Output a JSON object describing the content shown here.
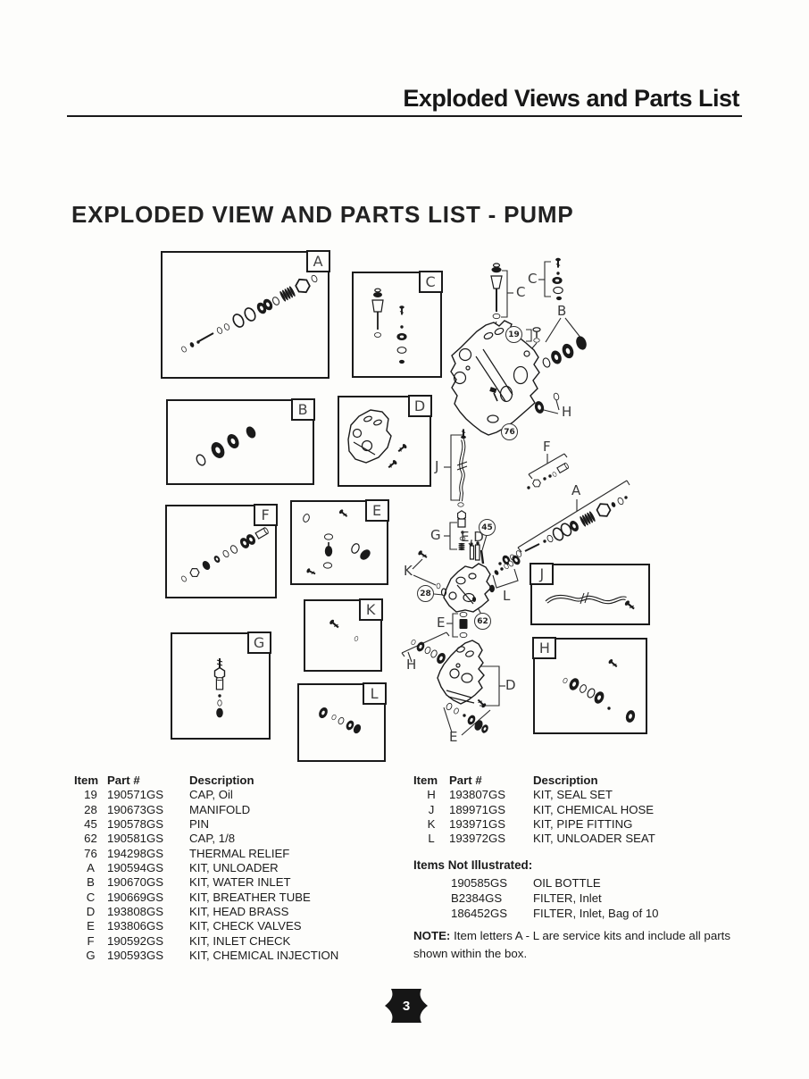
{
  "page": {
    "header_title": "Exploded Views and Parts List",
    "section_title": "EXPLODED VIEW AND PARTS LIST - PUMP",
    "page_number": "3"
  },
  "diagram": {
    "boxes": [
      {
        "label": "A"
      },
      {
        "label": "B"
      },
      {
        "label": "C"
      },
      {
        "label": "D"
      },
      {
        "label": "E"
      },
      {
        "label": "F"
      },
      {
        "label": "G"
      },
      {
        "label": "H"
      },
      {
        "label": "J"
      },
      {
        "label": "K"
      },
      {
        "label": "L"
      }
    ],
    "callouts": [
      "C",
      "C",
      "B",
      "19",
      "H",
      "76",
      "F",
      "A",
      "J",
      "G",
      "E,D",
      "45",
      "K",
      "28",
      "E",
      "62",
      "L",
      "H",
      "D",
      "E"
    ]
  },
  "parts_list_left": {
    "headers": [
      "Item",
      "Part #",
      "Description"
    ],
    "rows": [
      [
        "19",
        "190571GS",
        "CAP, Oil"
      ],
      [
        "28",
        "190673GS",
        "MANIFOLD"
      ],
      [
        "45",
        "190578GS",
        "PIN"
      ],
      [
        "62",
        "190581GS",
        "CAP, 1/8"
      ],
      [
        "76",
        "194298GS",
        "THERMAL RELIEF"
      ],
      [
        "A",
        "190594GS",
        "KIT, UNLOADER"
      ],
      [
        "B",
        "190670GS",
        "KIT, WATER INLET"
      ],
      [
        "C",
        "190669GS",
        "KIT, BREATHER TUBE"
      ],
      [
        "D",
        "193808GS",
        "KIT, HEAD BRASS"
      ],
      [
        "E",
        "193806GS",
        "KIT, CHECK VALVES"
      ],
      [
        "F",
        "190592GS",
        "KIT, INLET CHECK"
      ],
      [
        "G",
        "190593GS",
        "KIT, CHEMICAL INJECTION"
      ]
    ]
  },
  "parts_list_right": {
    "headers": [
      "Item",
      "Part #",
      "Description"
    ],
    "rows": [
      [
        "H",
        "193807GS",
        "KIT, SEAL SET"
      ],
      [
        "J",
        "189971GS",
        "KIT, CHEMICAL HOSE"
      ],
      [
        "K",
        "193971GS",
        "KIT, PIPE FITTING"
      ],
      [
        "L",
        "193972GS",
        "KIT, UNLOADER SEAT"
      ]
    ]
  },
  "not_illustrated": {
    "title": "Items Not Illustrated:",
    "rows": [
      [
        "190585GS",
        "OIL BOTTLE"
      ],
      [
        "B2384GS",
        "FILTER, Inlet"
      ],
      [
        "186452GS",
        "FILTER, Inlet, Bag of 10"
      ]
    ]
  },
  "note": {
    "label": "NOTE:",
    "text": "Item letters A - L are service kits and include all parts shown within the box."
  }
}
